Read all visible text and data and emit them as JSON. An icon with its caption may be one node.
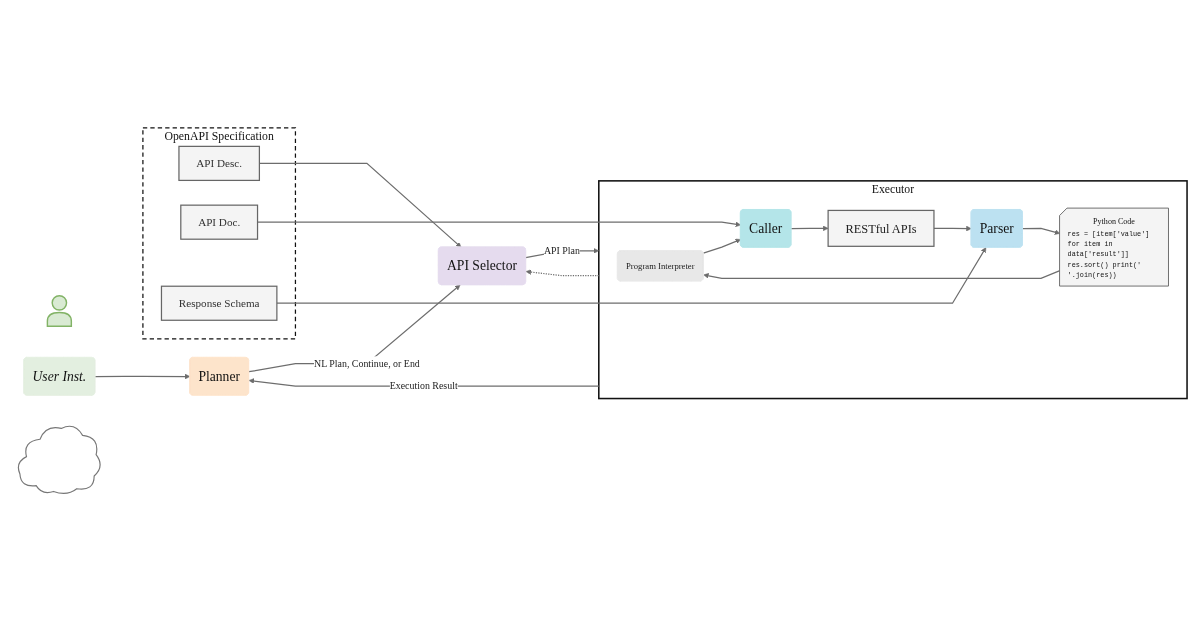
{
  "diagram": {
    "nodes": [
      {
        "text": [],
        "shape": "person"
      },
      {
        "text": [
          "User Inst."
        ]
      },
      {
        "text": [
          "Planner"
        ]
      },
      {
        "text": [],
        "shape": "cloud"
      },
      {
        "text": [
          "API Selector"
        ]
      },
      {
        "text": [
          "Executor"
        ]
      },
      {
        "text": [
          "Program Interpreter"
        ],
        "in": 5
      },
      {
        "text": [
          "Python Code",
          "res = [item['value'] for item in data['result']] res.sort() print(' '.join(res))"
        ],
        "in": 5
      },
      {
        "text": [
          "Caller"
        ],
        "in": 5
      },
      {
        "text": [
          "RESTful APIs"
        ],
        "in": 5
      },
      {
        "text": [
          "Parser"
        ],
        "in": 5
      },
      {
        "text": [
          "OpenAPI Specification"
        ]
      },
      {
        "text": [
          "API Desc."
        ],
        "in": 11
      },
      {
        "text": [
          "API Doc."
        ],
        "in": 11
      },
      {
        "text": [
          "Response Schema"
        ],
        "in": 11
      }
    ],
    "edges": [
      {
        "from": 1,
        "to": 2,
        "arrow": "to"
      },
      {
        "from": 5,
        "to": 2,
        "arrow": "to",
        "label": "Execution Result"
      },
      {
        "from": 2,
        "to": 4,
        "arrow": "to",
        "label": "NL Plan, Continue, or End"
      },
      {
        "from": 4,
        "to": 5,
        "arrow": "to",
        "label": "API Plan"
      },
      {
        "from": 5,
        "to": 4,
        "arrow": "to",
        "style": "dashed"
      },
      {
        "from": 6,
        "to": 8,
        "arrow": "to"
      },
      {
        "from": 7,
        "to": 6,
        "arrow": "to"
      },
      {
        "from": 10,
        "to": 7,
        "arrow": "to"
      },
      {
        "from": 8,
        "to": 9,
        "arrow": "to"
      },
      {
        "from": 9,
        "to": 10,
        "arrow": "to"
      },
      {
        "from": 12,
        "to": 4,
        "arrow": "to"
      },
      {
        "from": 13,
        "to": 8,
        "arrow": "to"
      },
      {
        "from": 14,
        "to": 10,
        "arrow": "to"
      }
    ]
  }
}
